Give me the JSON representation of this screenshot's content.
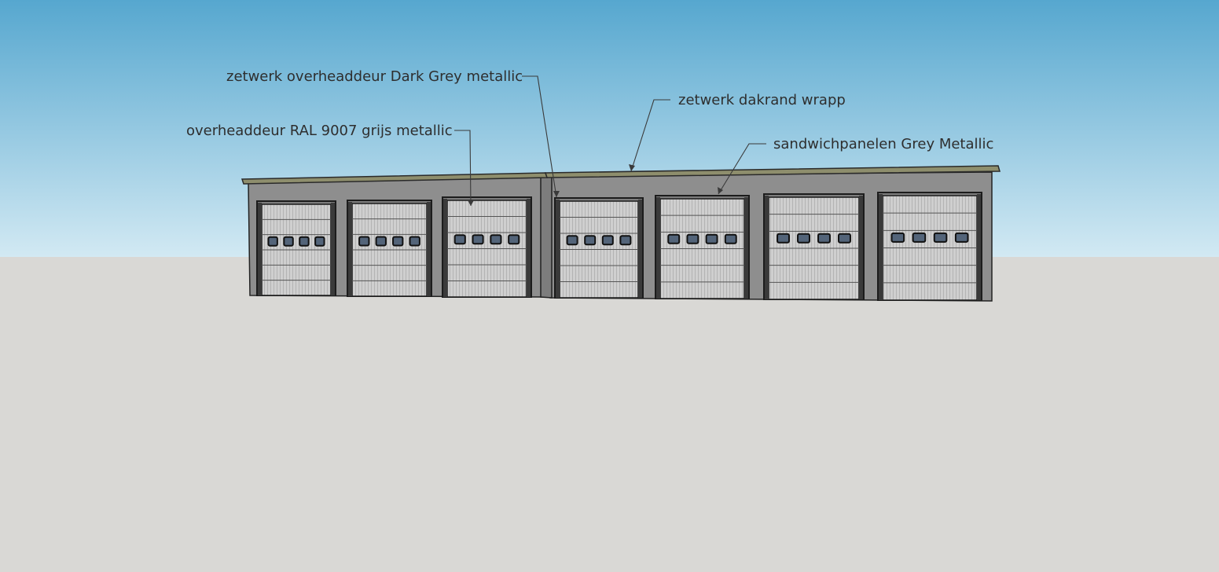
{
  "viewport": {
    "sky_top_color": "#56a7cf",
    "sky_horizon_color": "#d2e9f3",
    "ground_color": "#d9d8d5"
  },
  "model": {
    "door_count": 7,
    "windows_per_door": 4,
    "colors": {
      "wall": "#8e8e8e",
      "wall_shadow": "#7d7d7d",
      "roof_edge": "#8e8e6d",
      "door_panel": "#cfcfcf",
      "door_frame": "#1c1c1c",
      "window": "#536479"
    }
  },
  "annotations": [
    {
      "id": "frame",
      "text": "zetwerk overheaddeur Dark Grey metallic"
    },
    {
      "id": "door",
      "text": "overheaddeur RAL 9007 grijs metallic"
    },
    {
      "id": "roof",
      "text": "zetwerk dakrand wrapp"
    },
    {
      "id": "panels",
      "text": "sandwichpanelen Grey Metallic"
    }
  ]
}
